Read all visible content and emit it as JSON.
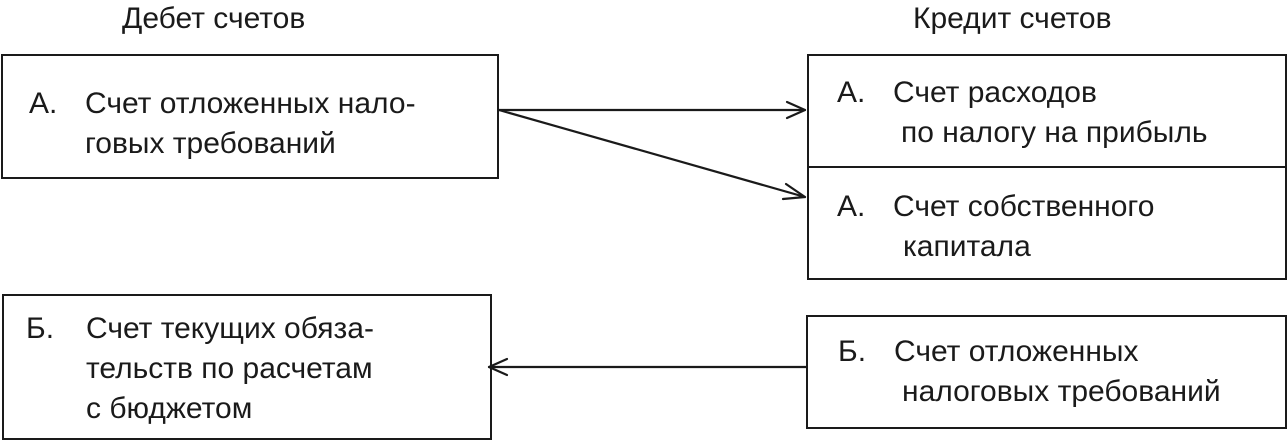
{
  "headings": {
    "debit": "Дебет счетов",
    "credit": "Кредит счетов"
  },
  "debit": {
    "a": {
      "letter": "А.",
      "lines": [
        "Счет отложенных нало-",
        "говых требований"
      ]
    },
    "b": {
      "letter": "Б.",
      "lines": [
        "Счет текущих обяза-",
        "тельств по расчетам",
        "с бюджетом"
      ]
    }
  },
  "credit": {
    "a1": {
      "letter": "А.",
      "lines": [
        "Счет расходов",
        "по налогу на прибыль"
      ]
    },
    "a2": {
      "letter": "А.",
      "lines": [
        "Счет собственного",
        "капитала"
      ]
    },
    "b": {
      "letter": "Б.",
      "lines": [
        "Счет отложенных",
        "налоговых требований"
      ]
    }
  },
  "colors": {
    "ink": "#1a1a1a",
    "background": "#ffffff"
  }
}
